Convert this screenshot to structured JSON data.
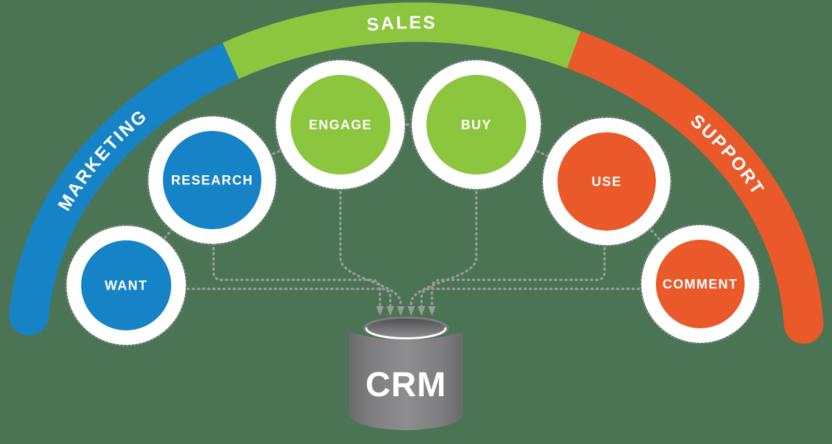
{
  "diagram": {
    "arc_segments": [
      {
        "id": "marketing",
        "label": "MARKETING",
        "color": "#1683c6"
      },
      {
        "id": "sales",
        "label": "SALES",
        "color": "#8cc63f"
      },
      {
        "id": "support",
        "label": "SUPPORT",
        "color": "#e9592a"
      }
    ],
    "stages": [
      {
        "id": "want",
        "label": "WANT",
        "segment": "marketing",
        "color": "#1683c6"
      },
      {
        "id": "research",
        "label": "RESEARCH",
        "segment": "marketing",
        "color": "#1683c6"
      },
      {
        "id": "engage",
        "label": "ENGAGE",
        "segment": "sales",
        "color": "#8cc63f"
      },
      {
        "id": "buy",
        "label": "BUY",
        "segment": "sales",
        "color": "#8cc63f"
      },
      {
        "id": "use",
        "label": "USE",
        "segment": "support",
        "color": "#e9592a"
      },
      {
        "id": "comment",
        "label": "COMMENT",
        "segment": "support",
        "color": "#e9592a"
      }
    ],
    "database": {
      "label": "CRM"
    },
    "colors": {
      "background": "#4a7454",
      "circle_ring": "#ffffff",
      "stamp_edge": "#8e8e8e",
      "dashed_line": "#9a9a9a",
      "label_text": "#ffffff",
      "cylinder_body": "#7d7d7f",
      "cylinder_body_edge": "#6a6a6c",
      "cylinder_body_light": "#8e8e90",
      "cylinder_opening_dark": "#515153",
      "cylinder_opening_light": "#8d8d8f",
      "cylinder_rim": "#ffffff"
    }
  }
}
